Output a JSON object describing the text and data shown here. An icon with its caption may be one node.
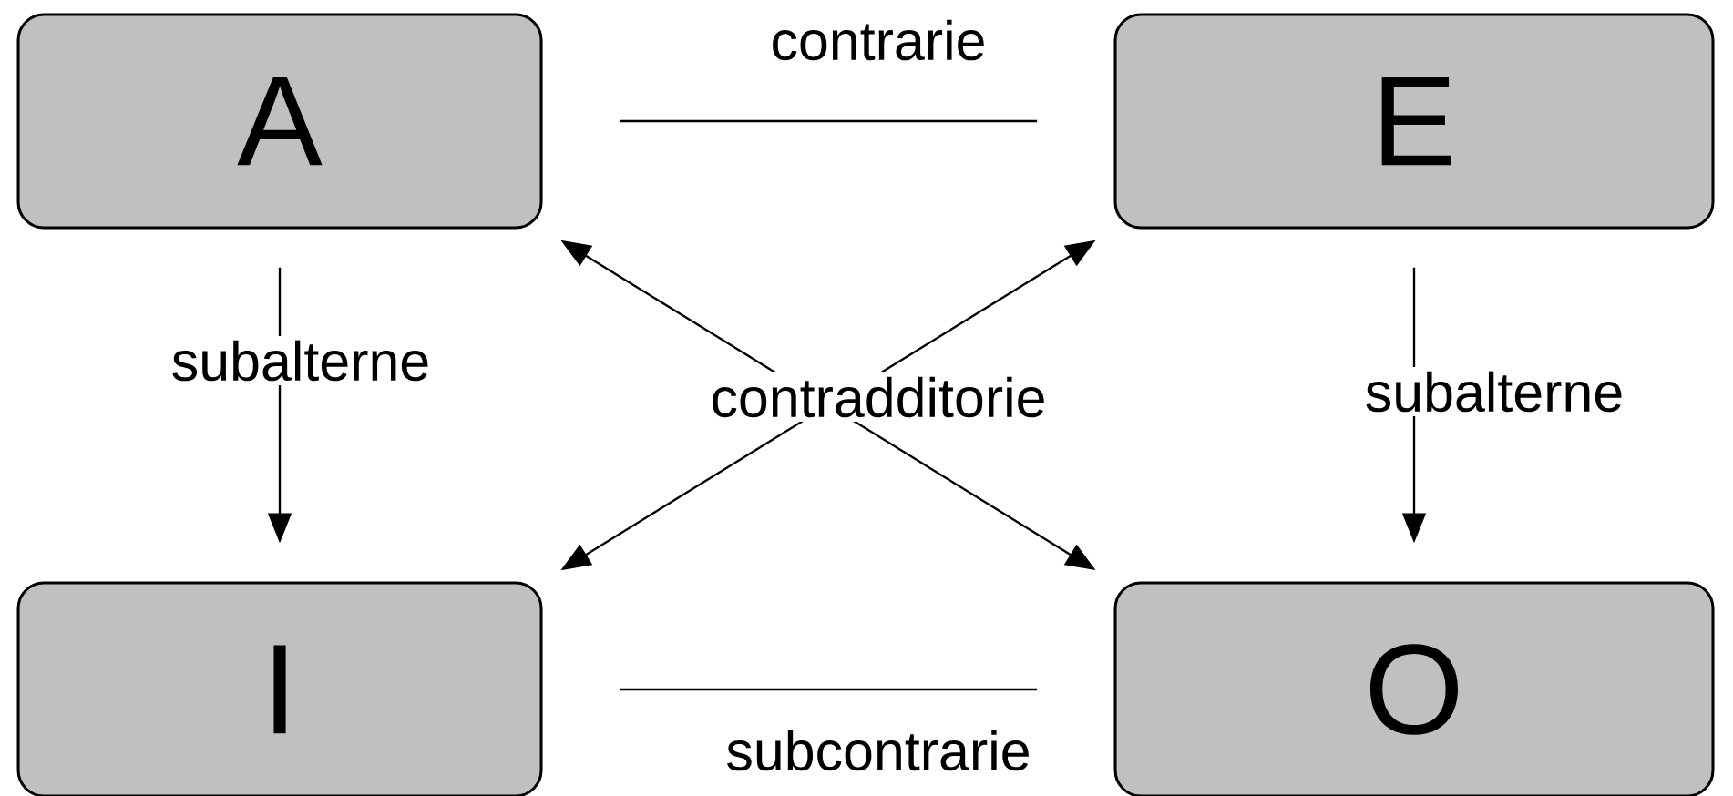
{
  "diagram": {
    "nodes": [
      {
        "text": [
          "A"
        ]
      },
      {
        "text": [
          "E"
        ]
      },
      {
        "text": [
          "I"
        ]
      },
      {
        "text": [
          "O"
        ]
      }
    ],
    "edges": [
      {
        "from": 0,
        "to": 1,
        "arrow": "none",
        "label": "contrarie"
      },
      {
        "from": 0,
        "to": 2,
        "arrow": "to",
        "label": "subalterne"
      },
      {
        "from": 1,
        "to": 3,
        "arrow": "to",
        "label": "subalterne"
      },
      {
        "from": 2,
        "to": 3,
        "arrow": "none",
        "label": "subcontrarie"
      },
      {
        "from": 0,
        "to": 3,
        "arrow": "both",
        "label": "contradditorie"
      },
      {
        "from": 1,
        "to": 2,
        "arrow": "both"
      }
    ]
  }
}
